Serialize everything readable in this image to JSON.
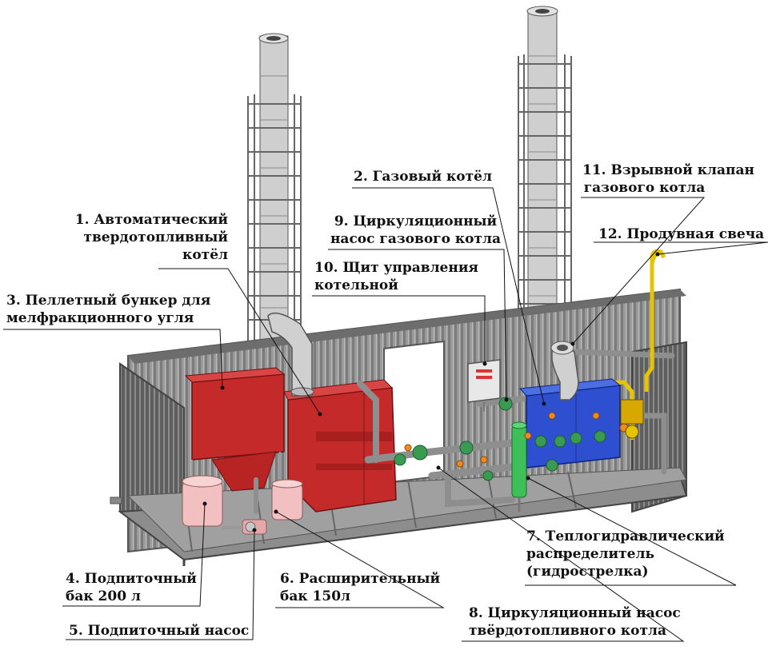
{
  "labels": {
    "l1": {
      "line1": "1. Автоматический",
      "line2": "твердотопливный",
      "line3": "котёл"
    },
    "l2": {
      "line1": "2. Газовый котёл"
    },
    "l3": {
      "line1": "3. Пеллетный бункер для",
      "line2": "мелфракционного угля"
    },
    "l4": {
      "line1": "4. Подпиточный",
      "line2": "бак 200 л"
    },
    "l5": {
      "line1": "5. Подпиточный насос"
    },
    "l6": {
      "line1": "6. Расширительный",
      "line2": "бак 150л"
    },
    "l7": {
      "line1": "7. Теплогидравлический",
      "line2": "распределитель",
      "line3": "(гидрострелка)"
    },
    "l8": {
      "line1": "8. Циркуляционный насос",
      "line2": "твёрдотопливного котла"
    },
    "l9": {
      "line1": "9. Циркуляционный",
      "line2": "насос газового котла"
    },
    "l10": {
      "line1": "10. Щит управления",
      "line2": "котельной"
    },
    "l11": {
      "line1": "11. Взрывной клапан",
      "line2": "газового котла"
    },
    "l12": {
      "line1": "12. Продувная свеча"
    }
  },
  "colors": {
    "wall": "#8a8a8a",
    "frame": "#6d6d6d",
    "solid_boiler": "#c42a2a",
    "gas_boiler": "#2d4fd0",
    "hydro_separator": "#3fbf5a",
    "tank": "#f2c0c0",
    "gas_pipe": "#e6c400",
    "flue": "#c9c9c9"
  }
}
